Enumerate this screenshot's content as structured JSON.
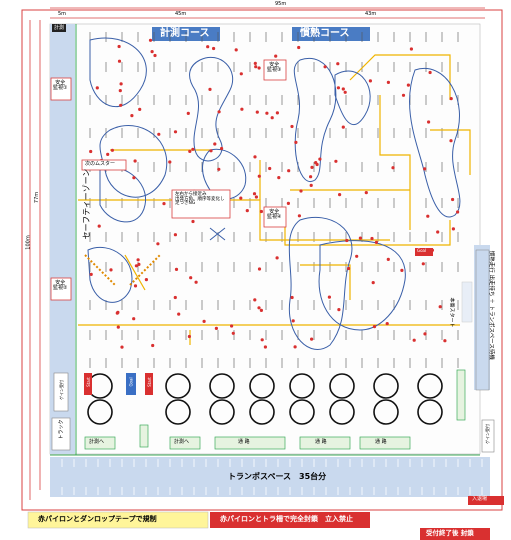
{
  "dimensions": {
    "left_gap": "5m",
    "left_course_width": "45m",
    "total_width": "95m",
    "right_course_width": "43m",
    "inner_height": "77m",
    "total_height": "100m"
  },
  "courses": {
    "measure": "計測コース",
    "practice": "慣熟コース"
  },
  "corner_tag": "計測",
  "zones": {
    "safety": "セーフティーゾーン",
    "start_lane": "本番スタート",
    "practice_space": "慣熟走行 出走待ち ＋ トランポスペース待機"
  },
  "monitors": {
    "m1": "安全\n監視①",
    "m2": "安全\n監視②",
    "m3": "安全\n監視③",
    "m4": "安全\n監視④"
  },
  "callouts": {
    "c1": "次のムスター",
    "c2": "左右から接近み\n出発方角、順序等変化し\n足つきNG"
  },
  "start_labels": [
    "Start",
    "Start",
    "Goal",
    "Goal"
  ],
  "bottom_small": {
    "truck": "トラック",
    "side_left": "ゲイン受付",
    "side_right": "ゲイン受付",
    "arrow1": "計測へ",
    "arrow2": "計測へ",
    "road1": "通 路",
    "road2": "通 路",
    "road3": "通 路"
  },
  "trampo": "トランポスペース　35台分",
  "entrance": "入退場",
  "notes": {
    "left": "赤パイロンとダンロップテープで規制",
    "center": "赤パイロンとトラ柵で完全封鎖　立入禁止",
    "right": "受付終了後 封鎖"
  },
  "colors": {
    "course_route": "#3a5fa8",
    "pylon": "#d93030",
    "yellow_line": "#f0b400",
    "frame_red": "#d94040",
    "lane_blue": "#c9d9ee",
    "green_line": "#3caa5a"
  }
}
